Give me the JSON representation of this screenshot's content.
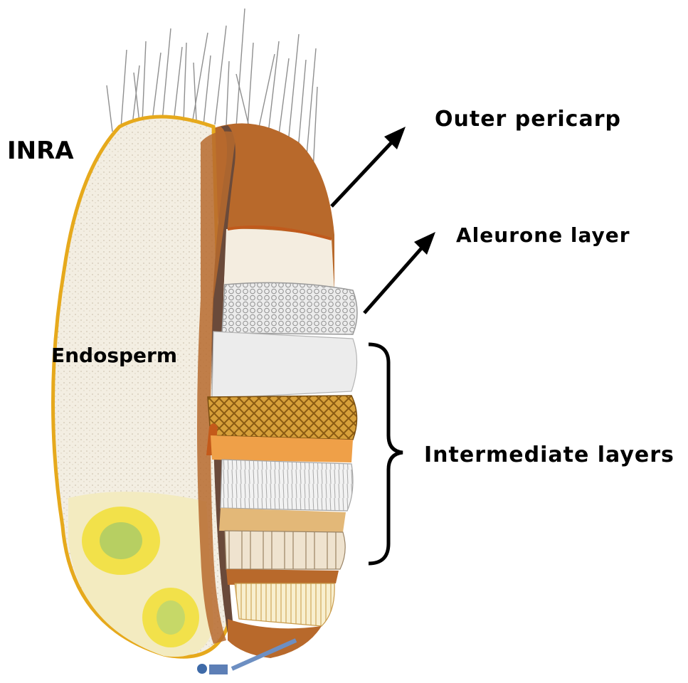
{
  "labels": {
    "inra": "INRA",
    "outer_pericarp": "Outer pericarp",
    "aleurone_layer": "Aleurone layer",
    "endosperm": "Endosperm",
    "intermediate_layers": "Intermediate layers"
  },
  "colors": {
    "endosperm_fill": "#f4efe3",
    "bran_brown": "#b8692b",
    "crease_dark": "#6a4a3a",
    "germ_yellow": "#f2e14a",
    "aleurone_grey": "#d8d8d8",
    "cross_layer_gold": "#d49a2a"
  }
}
